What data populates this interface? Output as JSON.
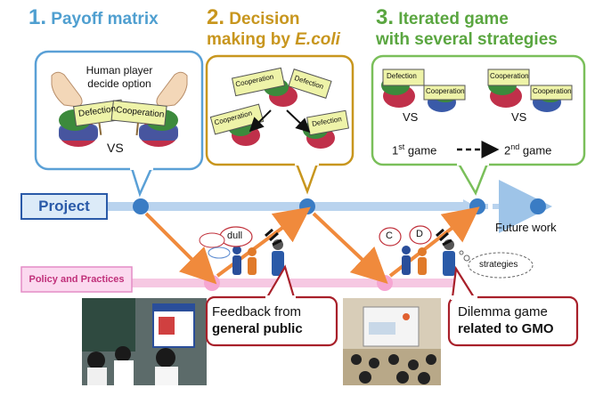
{
  "section1": {
    "number": "1.",
    "title": "Payoff matrix",
    "human_line1": "Human player",
    "human_line2": "decide option",
    "vs": "VS"
  },
  "section2": {
    "number": "2.",
    "title_line1": "Decision",
    "title_line2_prefix": "making by ",
    "title_line2_em": "E.coli"
  },
  "section3": {
    "number": "3.",
    "title_line1": "Iterated game",
    "title_line2": "with several strategies",
    "vs": "VS",
    "game1_num": "1",
    "game1_sup": "st",
    "game1_word": "game",
    "game2_num": "2",
    "game2_sup": "nd",
    "game2_word": "game"
  },
  "signs": {
    "defection": "Defection",
    "cooperation": "Cooperation"
  },
  "timeline": {
    "project_label": "Project",
    "policy_label": "Policy and Practices",
    "future_work": "Future work"
  },
  "bubbles": {
    "dull": "dull",
    "c": "C",
    "d": "D",
    "strategies": "strategies"
  },
  "callouts": {
    "feedback_line1": "Feedback from",
    "feedback_line2": "general public",
    "dilemma_line1": "Dilemma game",
    "dilemma_line2": "related to GMO"
  },
  "colors": {
    "blue": "#4f9fd0",
    "gold": "#c8961e",
    "green": "#5aa640",
    "orange": "#f08a3c",
    "dark_red": "#a8202a",
    "pink": "#f6a6d2",
    "project_blue": "#2a5aa8"
  }
}
